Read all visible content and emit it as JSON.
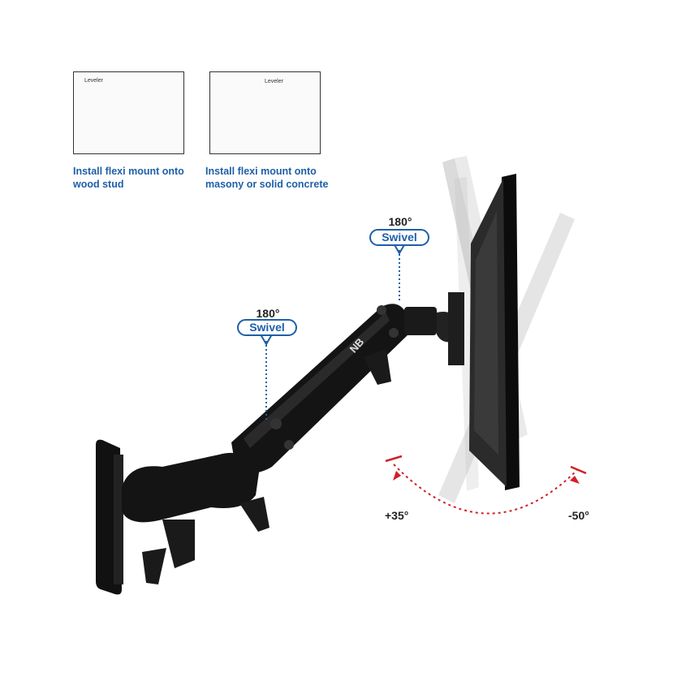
{
  "install_options": [
    {
      "caption_line1": "Install flexi mount onto",
      "caption_line2": "wood stud",
      "leveler_label": "Leveler"
    },
    {
      "caption_line1": "Install flexi mount onto",
      "caption_line2": "masony or solid concrete",
      "leveler_label": "Leveler"
    }
  ],
  "swivel_callouts": [
    {
      "degrees": "180°",
      "label": "Swivel"
    },
    {
      "degrees": "180°",
      "label": "Swivel"
    }
  ],
  "tilt_range": {
    "up": "+35°",
    "down": "-50°"
  },
  "brand_logo_text": "NB",
  "colors": {
    "accent_blue": "#1f5fa8",
    "tilt_red": "#d0202a",
    "arm_black": "#141414"
  }
}
